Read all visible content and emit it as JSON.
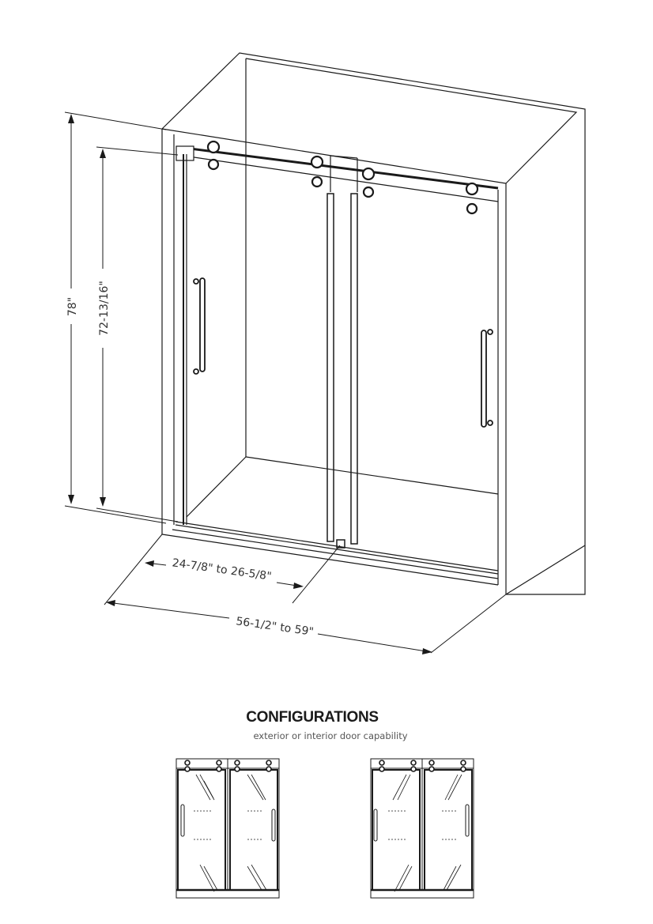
{
  "diagram": {
    "subject": "Sliding shower door dimension drawing",
    "dimensions": {
      "total_height": "78\"",
      "door_height": "72-13/16\"",
      "door_panel_width": "24-7/8\" to 26-5/8\"",
      "overall_width": "56-1/2\" to 59\""
    },
    "configurations": {
      "title": "CONFIGURATIONS",
      "subtitle": "exterior or interior door capability",
      "variants": [
        {
          "name": "configuration-a",
          "handle_left": "left panel, left edge",
          "handle_right": "right panel, right edge"
        },
        {
          "name": "configuration-b",
          "handle_left": "left panel, left edge",
          "handle_right": "right panel, right edge"
        }
      ]
    },
    "colors": {
      "line": "#1a1a1a",
      "text": "#333333",
      "background": "#ffffff"
    }
  }
}
